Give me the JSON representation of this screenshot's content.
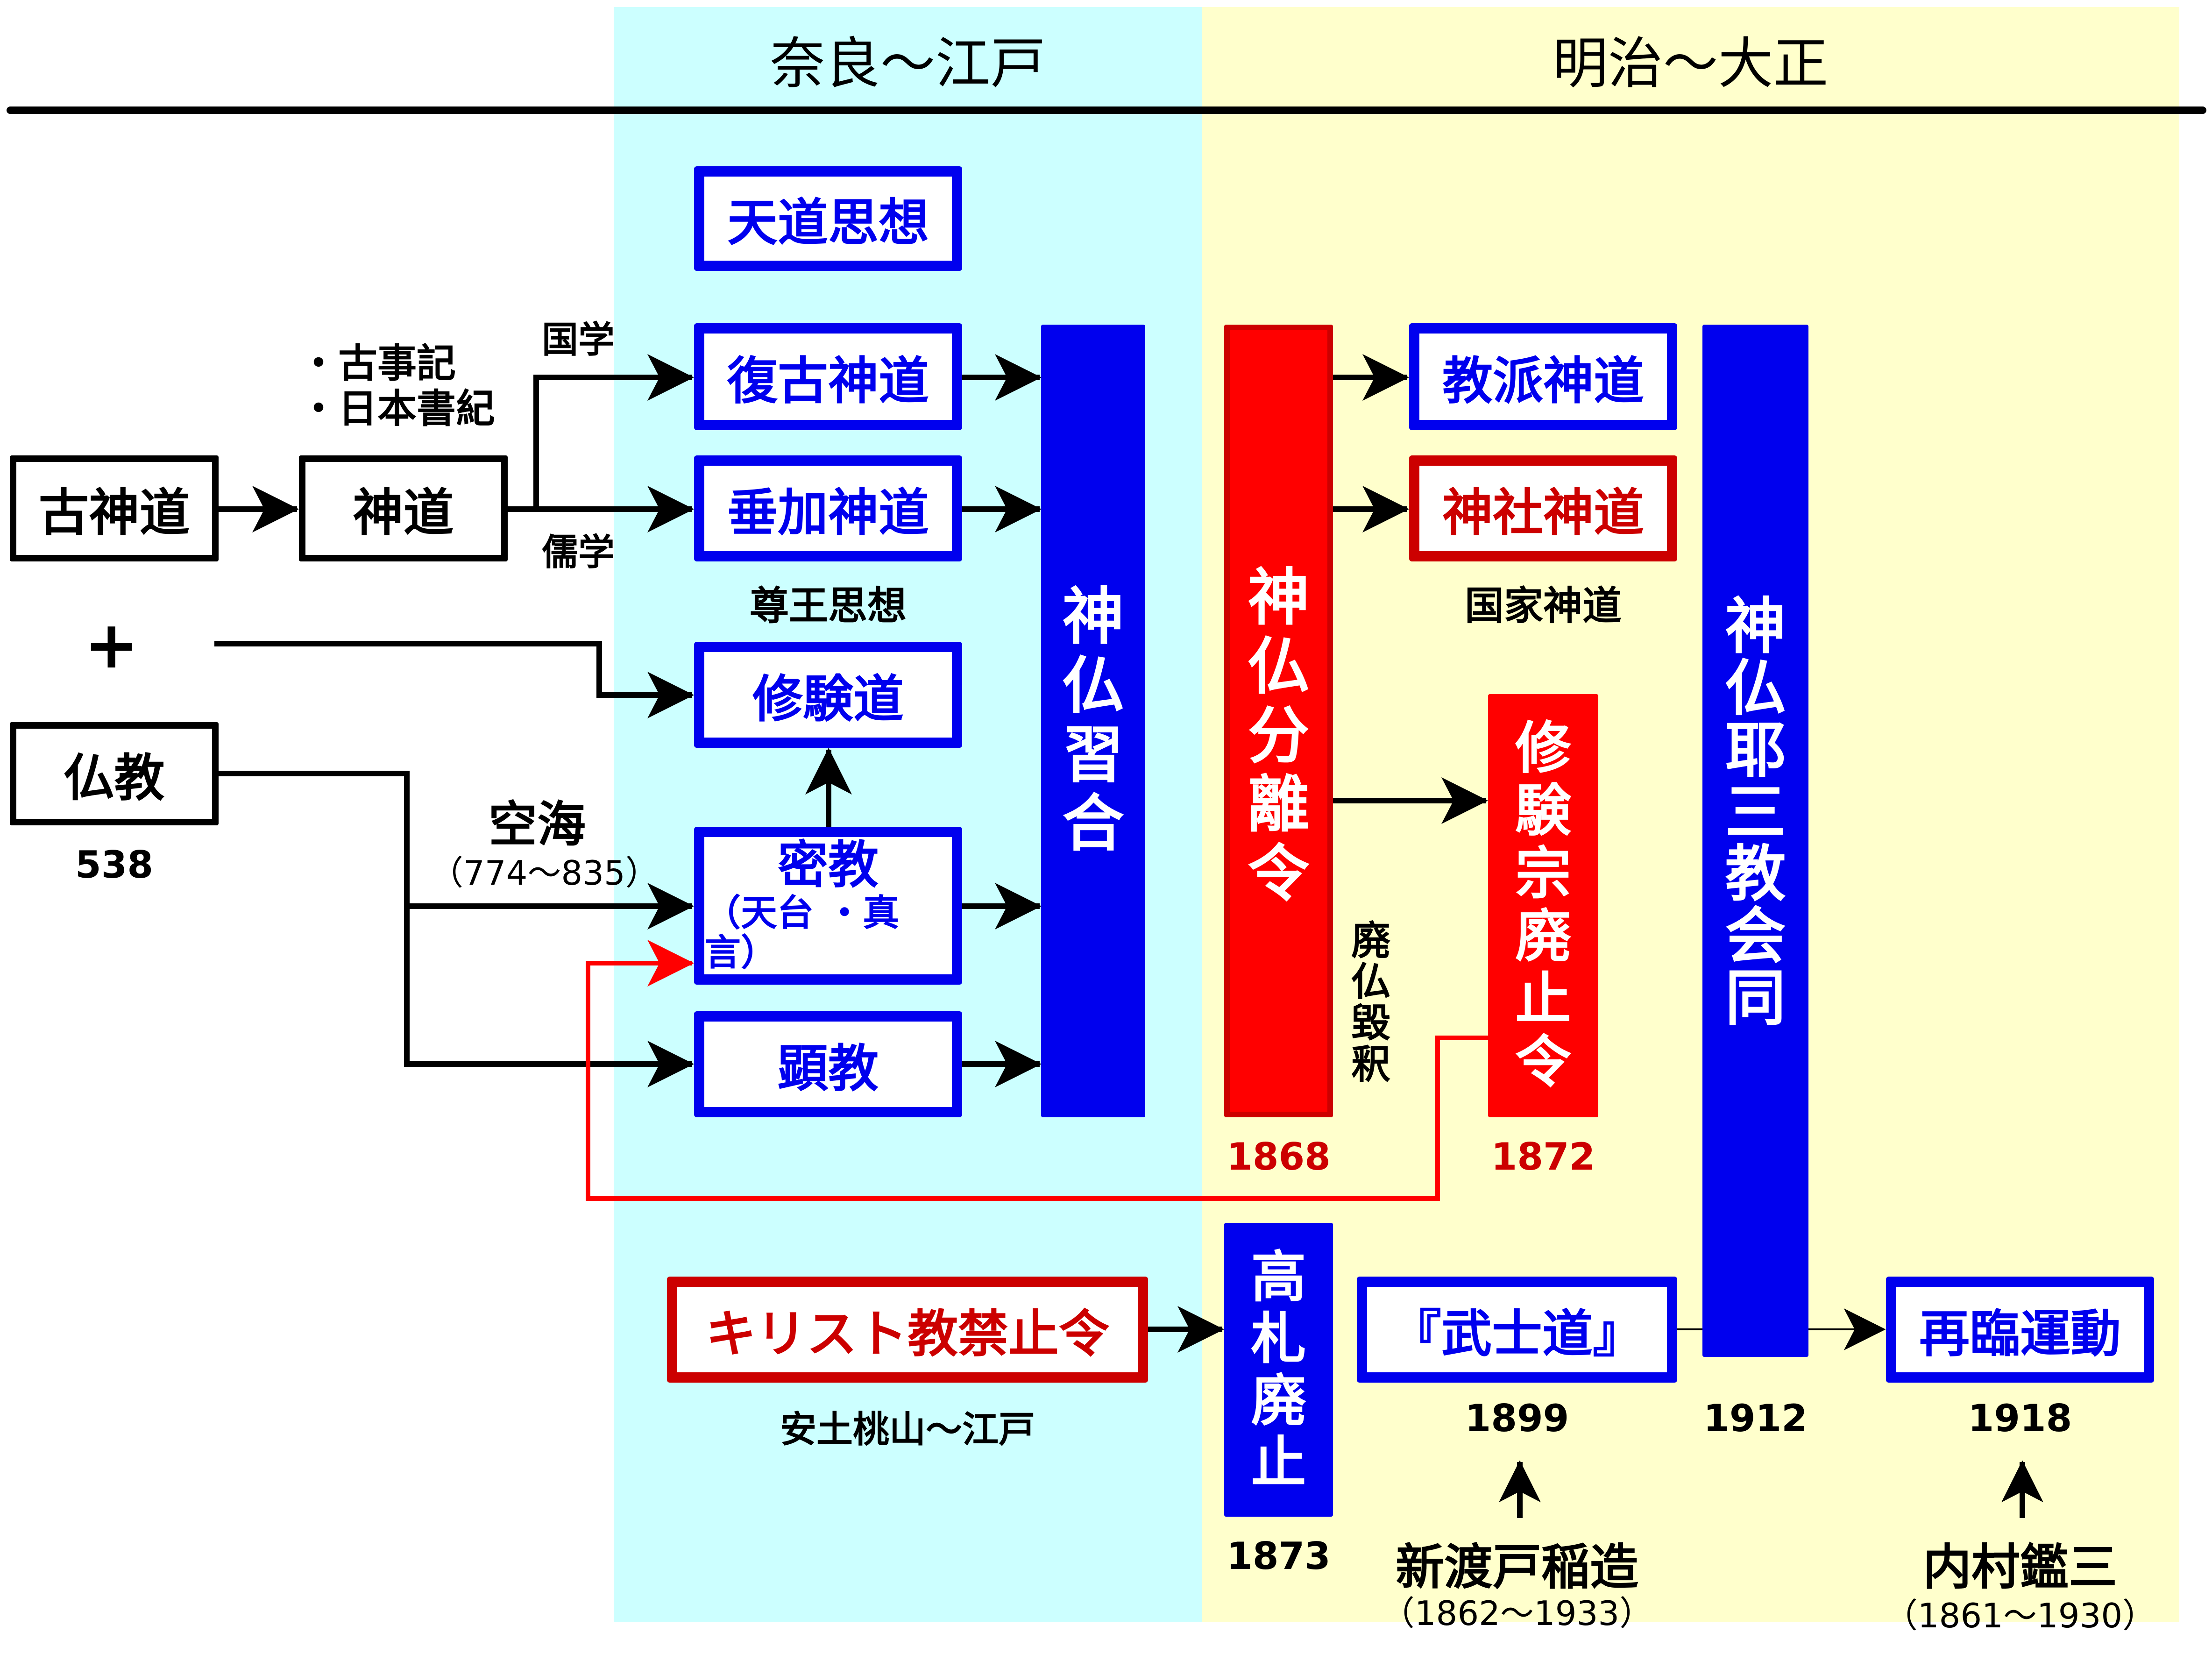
{
  "eras": {
    "left": "奈良〜江戸",
    "right": "明治〜大正"
  },
  "colors": {
    "cyan_band": "#ccffff",
    "yellow_band": "#ffffcc",
    "blue": "#0000ee",
    "red": "#ff0000",
    "dark_red": "#cc0000",
    "black": "#000000"
  },
  "origins": {
    "ko_shinto": "古神道",
    "shinto": "神道",
    "plus": "+",
    "bukkyo": "仏教",
    "bukkyo_year": "538",
    "texts": [
      "・古事記",
      "・日本書紀"
    ],
    "kokugaku": "国学",
    "jugaku": "儒学",
    "kukai": "空海",
    "kukai_years": "（774〜835）"
  },
  "nara_edo": {
    "tendo": "天道思想",
    "fukko": "復古神道",
    "suika": "垂加神道",
    "sonno": "尊王思想",
    "shugendo": "修験道",
    "mikkyo": "密教",
    "mikkyo_sub": "（天台 ・真言）",
    "kengyo": "顕教",
    "shinbutsu_shugo": [
      "神",
      "仏",
      "習",
      "合"
    ],
    "kirisuto_kinshi": "キリスト教禁止令",
    "azuchi": "安土桃山〜江戸"
  },
  "meiji_taisho": {
    "bunri": [
      "神",
      "仏",
      "分",
      "離",
      "令"
    ],
    "bunri_year": "1868",
    "kyoha": "教派神道",
    "jinja": "神社神道",
    "kokka": "国家神道",
    "haibutsu": [
      "廃",
      "仏",
      "毀",
      "釈"
    ],
    "shugenshu": [
      "修",
      "験",
      "宗",
      "廃",
      "止",
      "令"
    ],
    "shugenshu_year": "1872",
    "sankyo": [
      "神",
      "仏",
      "耶",
      "三",
      "教",
      "会",
      "同"
    ],
    "sankyo_year": "1912",
    "kosatsu": [
      "高",
      "札",
      "廃",
      "止"
    ],
    "kosatsu_year": "1873",
    "bushido": "『武士道』",
    "bushido_year": "1899",
    "nitobe": "新渡戸稲造",
    "nitobe_years": "（1862〜1933）",
    "sairin": "再臨運動",
    "sairin_year": "1918",
    "uchimura": "内村鑑三",
    "uchimura_years": "（1861〜1930）"
  }
}
